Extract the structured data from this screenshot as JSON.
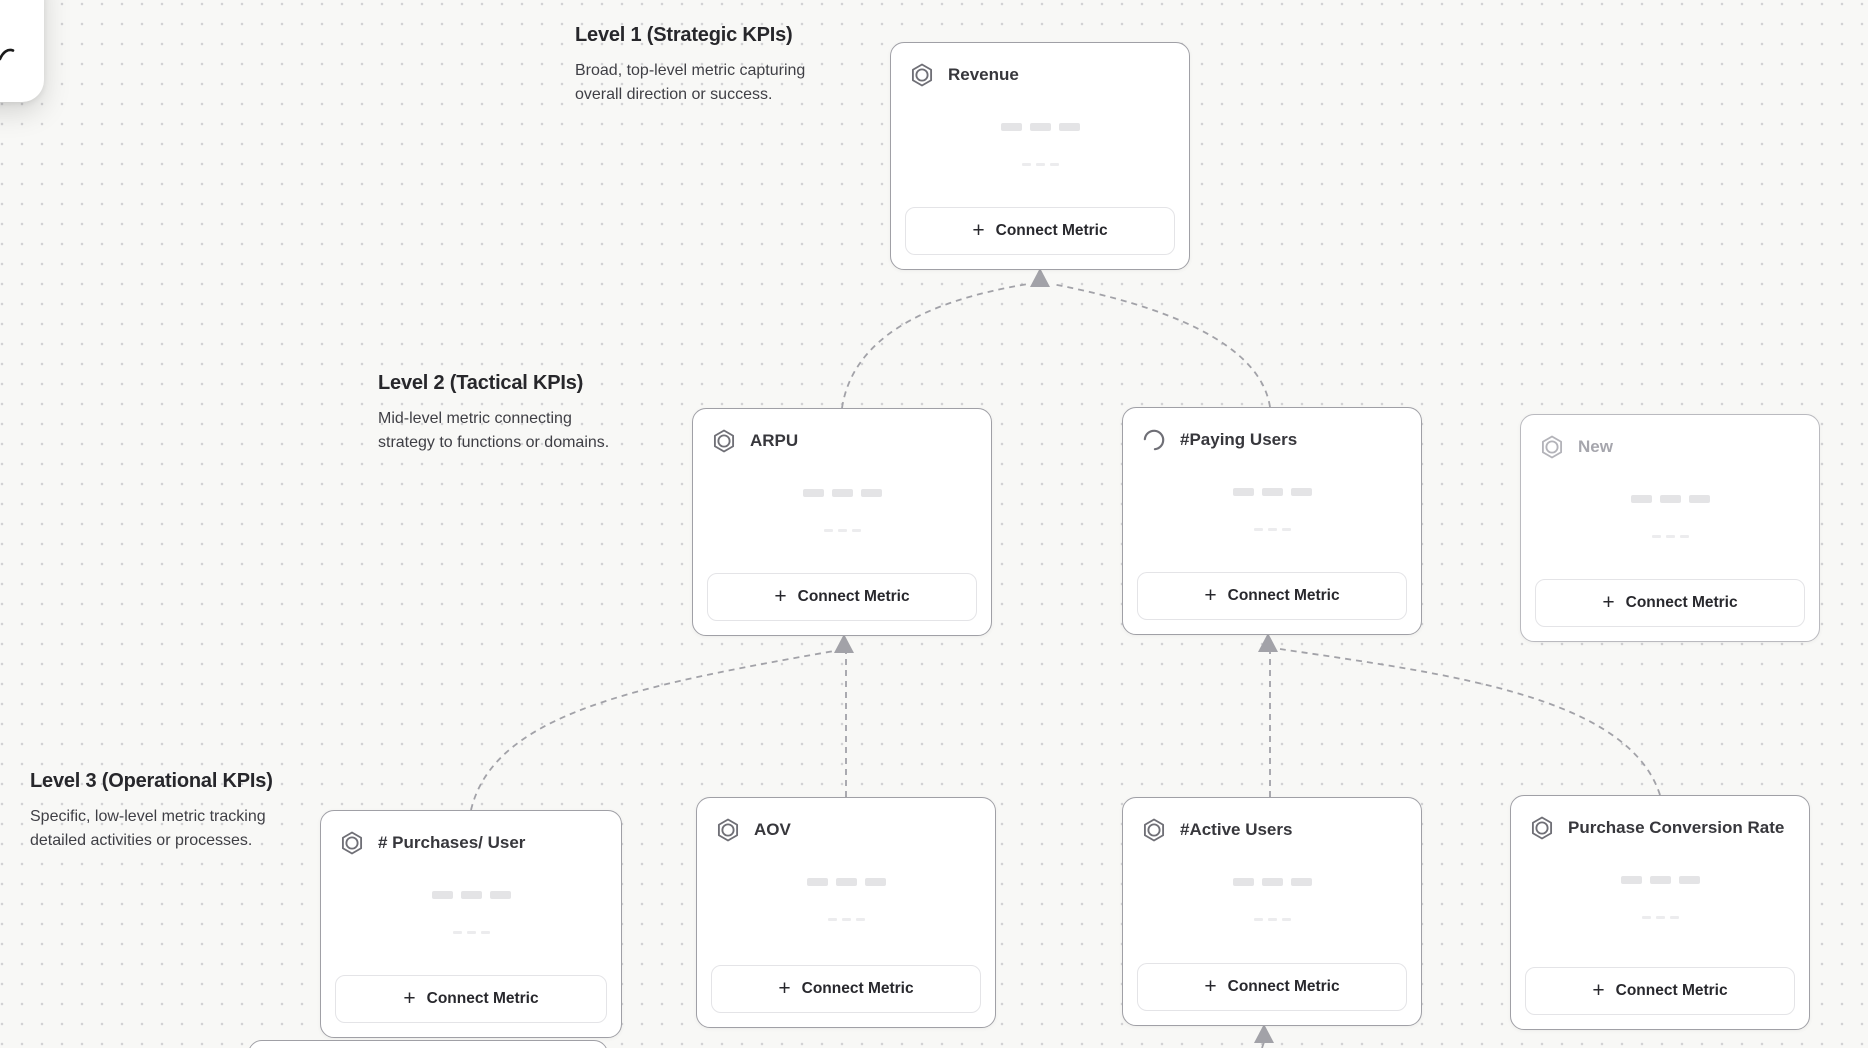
{
  "app": {
    "view": "metric-tree-canvas",
    "toolbar_partial_icon": "curved-arrow-icon"
  },
  "colors": {
    "canvas_bg": "#f8f8f6",
    "dot_grid": "#d2d2d4",
    "card_border": "#a0a0a6",
    "card_border_draft": "#bababf",
    "connector": "#a2a2a8",
    "title_text": "#27272b",
    "muted_text": "#3f3f45",
    "draft_text": "#a6a6ad"
  },
  "levels": [
    {
      "title": "Level 1 (Strategic KPIs)",
      "description_line1": "Broad, top-level metric capturing",
      "description_line2": "overall direction or success."
    },
    {
      "title": "Level 2 (Tactical KPIs)",
      "description_line1": "Mid-level metric connecting",
      "description_line2": "strategy to functions or domains."
    },
    {
      "title": "Level 3 (Operational KPIs)",
      "description_line1": "Specific, low-level metric tracking",
      "description_line2": "detailed activities or processes."
    }
  ],
  "cards": [
    {
      "title": "Revenue",
      "icon": "metric-hexagon-icon",
      "state": "default",
      "level": 1,
      "button_label": "Connect Metric"
    },
    {
      "title": "ARPU",
      "icon": "metric-hexagon-icon",
      "state": "default",
      "level": 2,
      "button_label": "Connect Metric"
    },
    {
      "title": "#Paying Users",
      "icon": "spinner-icon",
      "state": "loading",
      "level": 2,
      "button_label": "Connect Metric"
    },
    {
      "title": "New",
      "icon": "metric-hexagon-icon",
      "state": "draft",
      "level": 2,
      "button_label": "Connect Metric"
    },
    {
      "title": "# Purchases/ User",
      "icon": "metric-hexagon-icon",
      "state": "default",
      "level": 3,
      "button_label": "Connect Metric"
    },
    {
      "title": "AOV",
      "icon": "metric-hexagon-icon",
      "state": "default",
      "level": 3,
      "button_label": "Connect Metric"
    },
    {
      "title": "#Active Users",
      "icon": "metric-hexagon-icon",
      "state": "default",
      "level": 3,
      "button_label": "Connect Metric"
    },
    {
      "title": "Purchase Conversion Rate",
      "icon": "metric-hexagon-icon",
      "state": "default",
      "level": 3,
      "button_label": "Connect Metric"
    }
  ],
  "connections": [
    {
      "from": "ARPU",
      "to": "Revenue"
    },
    {
      "from": "#Paying Users",
      "to": "Revenue"
    },
    {
      "from": "# Purchases/ User",
      "to": "ARPU"
    },
    {
      "from": "AOV",
      "to": "ARPU"
    },
    {
      "from": "#Active Users",
      "to": "#Paying Users"
    },
    {
      "from": "Purchase Conversion Rate",
      "to": "#Paying Users"
    },
    {
      "from": "(offscreen card)",
      "to": "#Active Users"
    }
  ]
}
